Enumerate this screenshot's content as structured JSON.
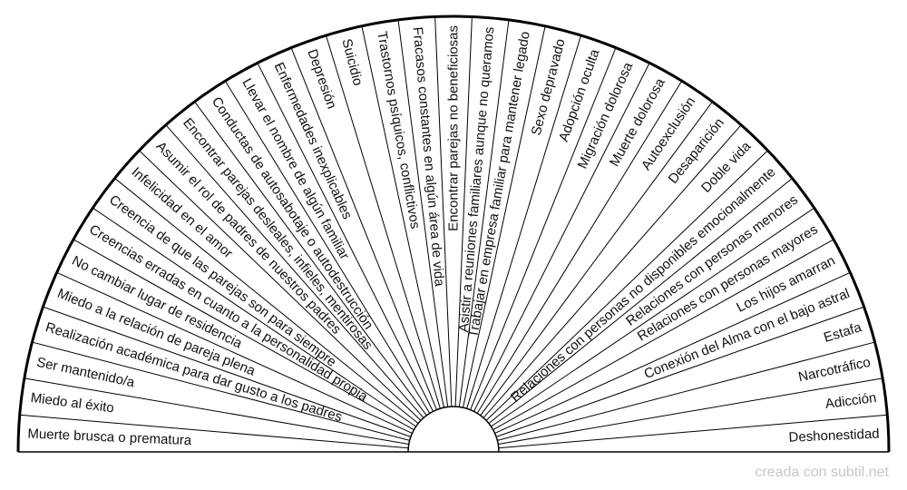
{
  "diagram": {
    "type": "half-wheel",
    "sectors": [
      {
        "label": "Muerte brusca o prematura"
      },
      {
        "label": "Miedo al éxito"
      },
      {
        "label": "Ser mantenido/a"
      },
      {
        "label": "Realización académica para dar gusto a los padres"
      },
      {
        "label": "Miedo a la relación de pareja plena"
      },
      {
        "label": "No cambiar lugar de residencia"
      },
      {
        "label": "Creencias erradas en cuanto a la personalidad propia"
      },
      {
        "label": "Creencia de que las parejas son para siempre"
      },
      {
        "label": "Infelicidad en el amor"
      },
      {
        "label": "Asumir el rol de padres de nuestros padres"
      },
      {
        "label": "Encontrar parejas desleales, infieles, mentirosas"
      },
      {
        "label": "Conductas de autosabotaje o autodestrucción"
      },
      {
        "label": "Llevar el nombre de algún familiar"
      },
      {
        "label": "Enfermedades inexplicables"
      },
      {
        "label": "Depresión"
      },
      {
        "label": "Suicidio"
      },
      {
        "label": "Trastornos psíquicos, conflictivos"
      },
      {
        "label": "Fracasos constantes en algún área de vida"
      },
      {
        "label": "Encontrar parejas no beneficiosas"
      },
      {
        "label": "Asistir a reuniones familiares aunque no queramos"
      },
      {
        "label": "Trabajar en empresa familiar para mantener legado"
      },
      {
        "label": "Sexo depravado"
      },
      {
        "label": "Adopción oculta"
      },
      {
        "label": "Migración dolorosa"
      },
      {
        "label": "Muerte dolorosa"
      },
      {
        "label": "Autoexclusión"
      },
      {
        "label": "Desaparición"
      },
      {
        "label": "Doble vida"
      },
      {
        "label": "Relaciones con personas no disponibles emocionalmente"
      },
      {
        "label": "Relaciones con personas menores"
      },
      {
        "label": "Relaciones con personas mayores"
      },
      {
        "label": "Los hijos amarran"
      },
      {
        "label": "Conexión del Alma con el bajo astral"
      },
      {
        "label": "Estafa"
      },
      {
        "label": "Narcotráfico"
      },
      {
        "label": "Adicción"
      },
      {
        "label": "Deshonestidad"
      }
    ]
  },
  "footer": {
    "credit": "creada con subtil.net"
  }
}
